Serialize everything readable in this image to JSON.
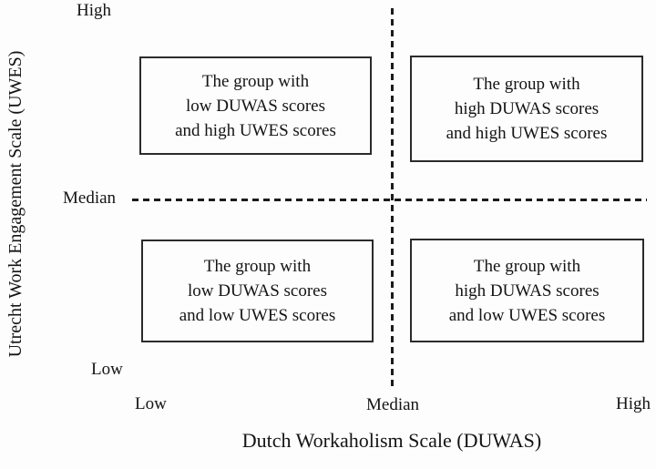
{
  "figure": {
    "y_axis": {
      "title": "Utrecht Work Engagement Scale (UWES)",
      "ticks": {
        "high": "High",
        "median": "Median",
        "low": "Low"
      }
    },
    "x_axis": {
      "title": "Dutch Workaholism Scale (DUWAS)",
      "ticks": {
        "low": "Low",
        "median": "Median",
        "high": "High"
      }
    },
    "quadrants": {
      "top_left": {
        "lines": [
          "The group with",
          "low DUWAS scores",
          "and high UWES scores"
        ]
      },
      "top_right": {
        "lines": [
          "The group with",
          "high DUWAS scores",
          "and high UWES scores"
        ]
      },
      "bottom_left": {
        "lines": [
          "The group with",
          "low DUWAS scores",
          "and low UWES scores"
        ]
      },
      "bottom_right": {
        "lines": [
          "The group with",
          "high DUWAS scores",
          "and low UWES scores"
        ]
      }
    },
    "colors": {
      "text": "#141414",
      "box_border": "#2b2b2b",
      "dashed_line": "#1b1b1b",
      "background": "#fdfdfd"
    }
  }
}
